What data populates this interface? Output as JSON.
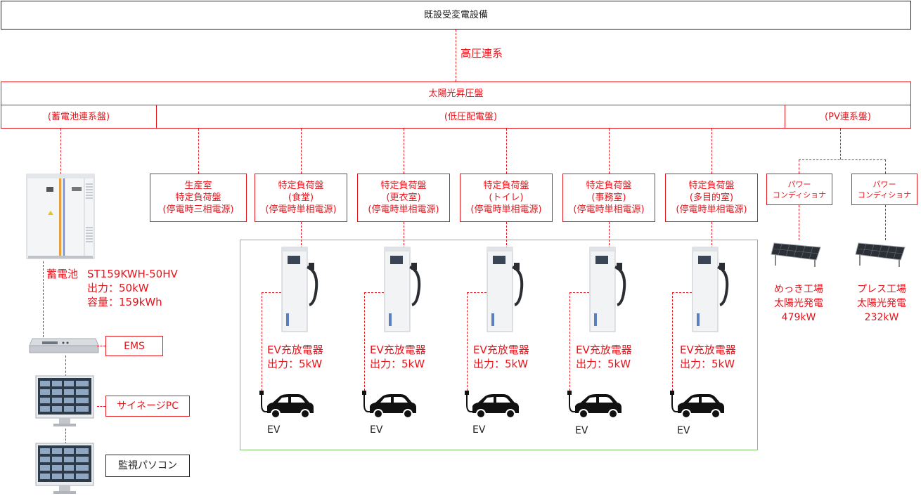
{
  "top_box": "既設受変電設備",
  "high_voltage_link": "高圧連系",
  "step_up_panel": "太陽光昇圧盤",
  "panels": {
    "battery_link": "(蓄電池連系盤)",
    "low_voltage": "(低圧配電盤)",
    "pv_link": "(PV連系盤)"
  },
  "load_panels": [
    [
      "生産室",
      "特定負荷盤",
      "(停電時三相電源)"
    ],
    [
      "特定負荷盤",
      "(食堂)",
      "(停電時単相電源)"
    ],
    [
      "特定負荷盤",
      "(更衣室)",
      "(停電時単相電源)"
    ],
    [
      "特定負荷盤",
      "(トイレ)",
      "(停電時単相電源)"
    ],
    [
      "特定負荷盤",
      "(事務室)",
      "(停電時単相電源)"
    ],
    [
      "特定負荷盤",
      "(多目的室)",
      "(停電時単相電源)"
    ]
  ],
  "power_conditioners": [
    [
      "パワー",
      "コンディショナ"
    ],
    [
      "パワー",
      "コンディショナ"
    ]
  ],
  "battery": {
    "name": "蓄電池",
    "model": "ST159KWH-50HV",
    "output": "出力：50kW",
    "capacity": "容量：159kWh"
  },
  "ems_label": "EMS",
  "signage_label": "サイネージPC",
  "monitor_label": "監視パソコン",
  "chargers": [
    {
      "name": "EV充放電器",
      "output": "出力：5kW",
      "vehicle": "EV"
    },
    {
      "name": "EV充放電器",
      "output": "出力：5kW",
      "vehicle": "EV"
    },
    {
      "name": "EV充放電器",
      "output": "出力：5kW",
      "vehicle": "EV"
    },
    {
      "name": "EV充放電器",
      "output": "出力：5kW",
      "vehicle": "EV"
    },
    {
      "name": "EV充放電器",
      "output": "出力：5kW",
      "vehicle": "EV"
    }
  ],
  "solar_sites": [
    [
      "めっき工場",
      "太陽光発電",
      "479kW"
    ],
    [
      "プレス工場",
      "太陽光発電",
      "232kW"
    ]
  ],
  "colors": {
    "line": "#e8141b",
    "group_border": "#7cc26a",
    "text_dark": "#222222"
  },
  "icons": [
    "battery-cabinet-icon",
    "ems-device-icon",
    "monitor-icon",
    "ev-charger-icon",
    "ev-plug-icon",
    "car-icon",
    "solar-panel-icon"
  ]
}
